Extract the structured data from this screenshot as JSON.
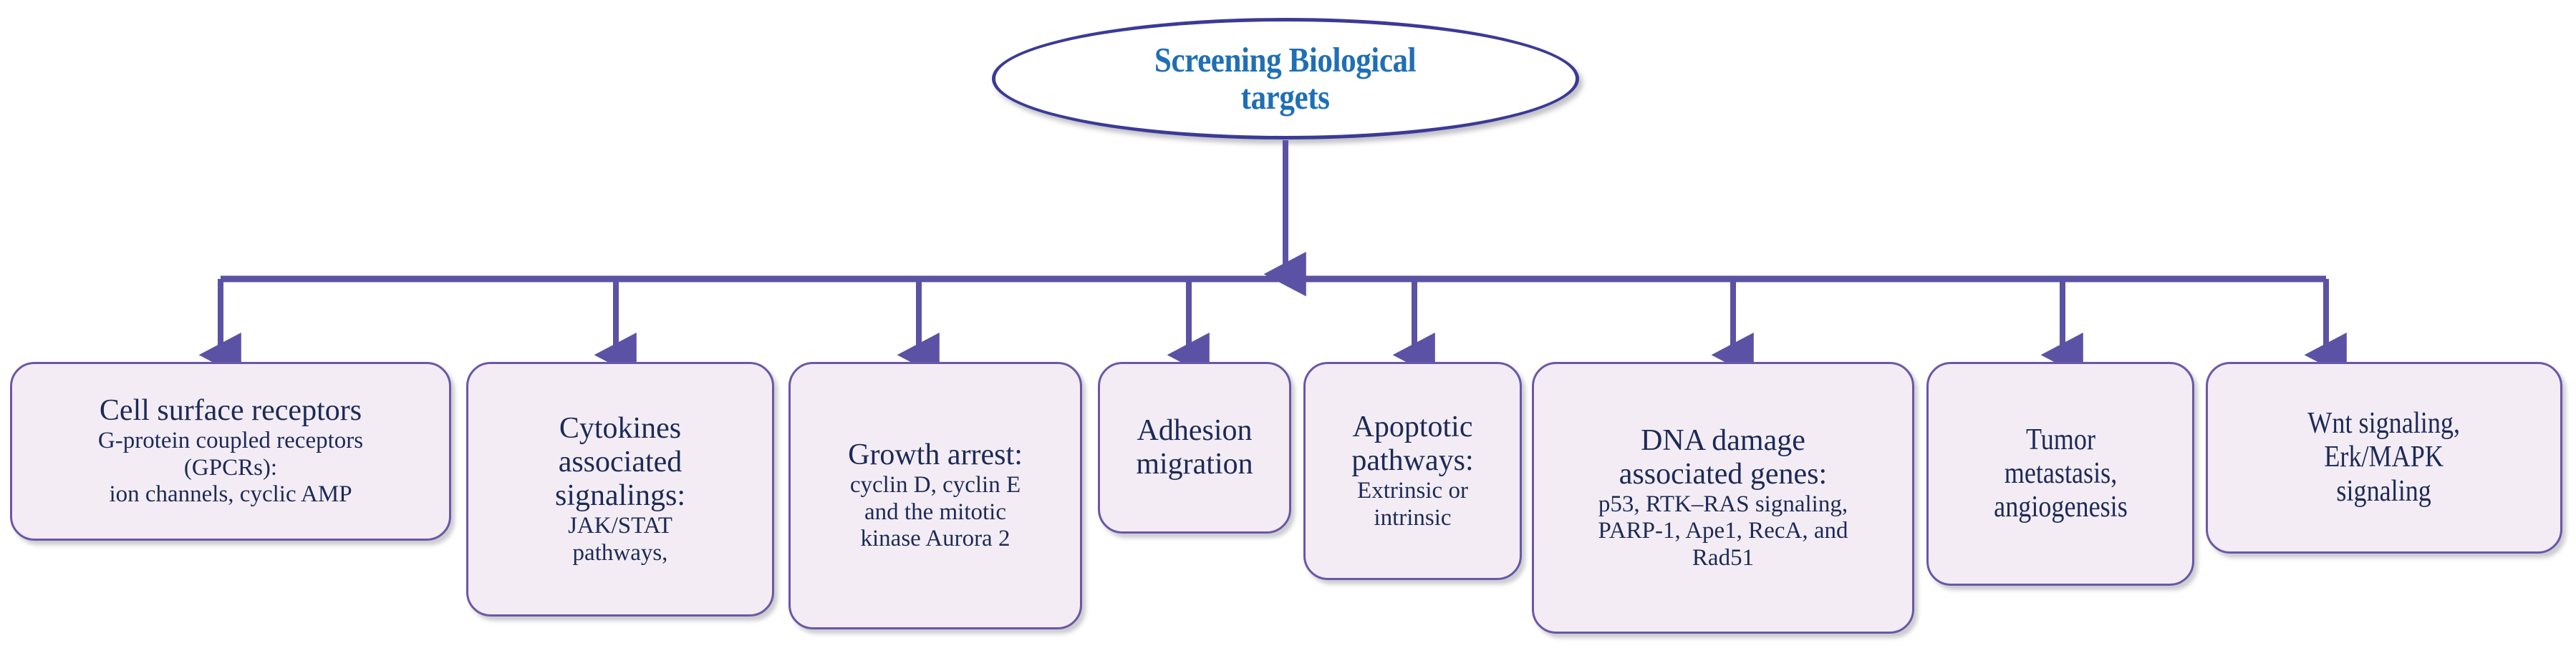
{
  "diagram": {
    "title": "Screening Biological targets",
    "colors": {
      "node_fill": "#f3ecf4",
      "node_border": "#6a57a8",
      "root_border": "#3b3a96",
      "root_text": "#1f6fb5",
      "node_text": "#1c2a57",
      "connector": "#5b52a5",
      "background": "#ffffff"
    },
    "root": {
      "label": "Screening Biological\ntargets",
      "shape": "ellipse"
    },
    "children": [
      {
        "id": "cell-surface-receptors",
        "head": "Cell surface receptors",
        "sub": "G-protein coupled receptors\n(GPCRs):\nion channels, cyclic AMP"
      },
      {
        "id": "cytokines-associated-signalings",
        "head": "Cytokines\nassociated\nsignalings:",
        "sub": "JAK/STAT\npathways,"
      },
      {
        "id": "growth-arrest",
        "head": "Growth arrest:",
        "sub": "cyclin D, cyclin E\nand the mitotic\nkinase Aurora 2"
      },
      {
        "id": "adhesion-migration",
        "head": "Adhesion\nmigration",
        "sub": ""
      },
      {
        "id": "apoptotic-pathways",
        "head": "Apoptotic\npathways:",
        "sub": "Extrinsic or\nintrinsic"
      },
      {
        "id": "dna-damage-associated-genes",
        "head": "DNA damage\nassociated genes:",
        "sub": "p53, RTK–RAS signaling,\nPARP-1, Ape1, RecA, and\nRad51"
      },
      {
        "id": "tumor-metastasis-angiogenesis",
        "head": "Tumor\nmetastasis,\nangiogenesis",
        "sub": ""
      },
      {
        "id": "wnt-erk-mapk-signaling",
        "head": "Wnt signaling,\nErk/MAPK\nsignaling",
        "sub": ""
      }
    ]
  }
}
